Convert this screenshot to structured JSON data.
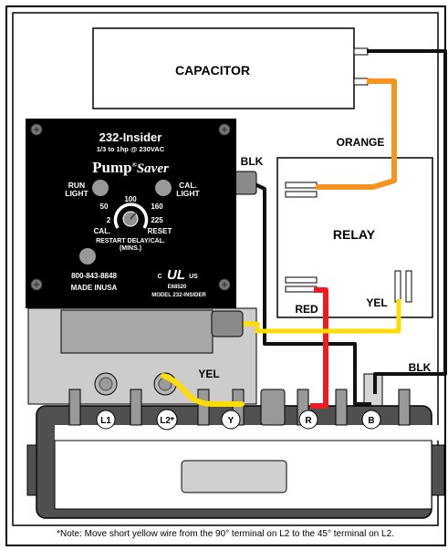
{
  "colors": {
    "orange_wire": "#f7941d",
    "red_wire": "#ed1c24",
    "yellow_wire": "#ffdd00",
    "black_wire": "#111111",
    "panel_black": "#000000",
    "housing_gray": "#cccccc",
    "terminal_block": "#505050"
  },
  "capacitor": {
    "label": "CAPACITOR"
  },
  "relay": {
    "label": "RELAY"
  },
  "wires": {
    "orange": "ORANGE",
    "blk_top": "BLK",
    "blk_right": "BLK",
    "red": "RED",
    "yel_relay": "YEL",
    "yel_jumper": "YEL"
  },
  "pumpsaver": {
    "model": "232-Insider",
    "rating": "1/3 to 1hp @ 230VAC",
    "brand_pump": "Pump",
    "brand_saver": "Saver",
    "brand_mark": "®",
    "run_light": [
      "RUN",
      "LIGHT"
    ],
    "cal_light": [
      "CAL.",
      "LIGHT"
    ],
    "dial": {
      "v50": "50",
      "v100": "100",
      "v160": "160",
      "v2": "2",
      "v225": "225",
      "cal": "CAL.",
      "reset": "RESET"
    },
    "restart_line1": "RESTART DELAY/CAL.",
    "restart_line2": "(MINS.)",
    "phone": "800-843-8848",
    "made_in": "MADE INUSA",
    "ul_c": "C",
    "ul_mark": "UL",
    "ul_us": "US",
    "cert_number": "E68520",
    "model_line": "MODEL 232-INSIDER"
  },
  "terminals": [
    "L1",
    "L2*",
    "Y",
    "R",
    "B"
  ],
  "note": "*Note: Move short yellow wire from the 90° terminal on L2 to the 45° terminal on L2."
}
